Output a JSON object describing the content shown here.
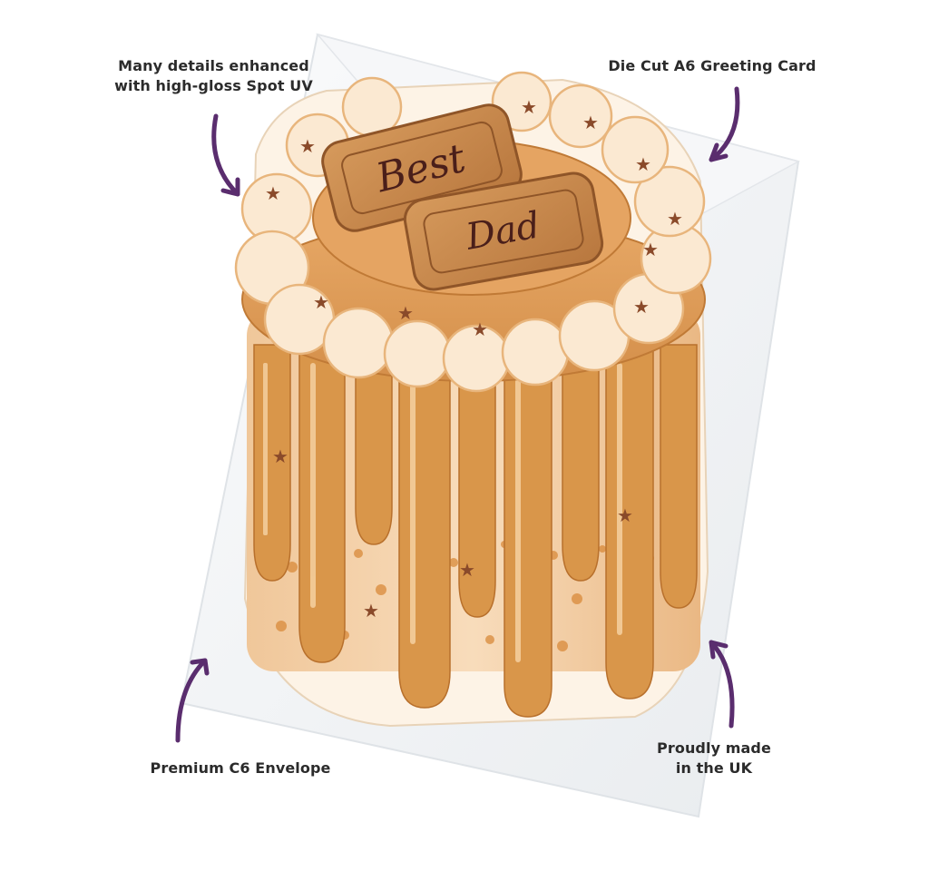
{
  "card": {
    "biscuit_top_text": "Best",
    "biscuit_bottom_text": "Dad"
  },
  "callouts": {
    "details_line1": "Many details enhanced",
    "details_line2": "with high-gloss Spot UV",
    "diecut": "Die Cut A6 Greeting Card",
    "envelope": "Premium C6 Envelope",
    "uk_line1": "Proudly made",
    "uk_line2": "in the UK"
  },
  "colors": {
    "arrow": "#5a2d6e",
    "caramel": "#d9964a",
    "caramel_dark": "#b8702c",
    "cream": "#fbe9d2",
    "biscuit": "#c98a4e",
    "star": "#8a4a2a",
    "envelope": "#f2f4f6"
  }
}
